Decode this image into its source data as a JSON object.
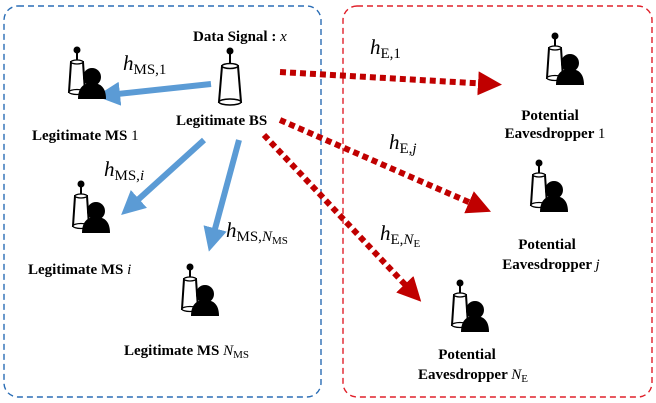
{
  "colors": {
    "legit_region": "#2a6db5",
    "eve_region": "#e0202a",
    "legit_link": "#5b9bd5",
    "eve_link": "#c00000",
    "node": "#000000"
  },
  "icons": {
    "base_station": "cup-antenna-icon",
    "user": "person-with-antenna-icon"
  },
  "signal": {
    "label": "Data Signal : ",
    "symbol": "x"
  },
  "bs": {
    "label": "Legitimate BS"
  },
  "legit": {
    "ms1": {
      "label": "Legitimate MS ",
      "idx": "1"
    },
    "msi": {
      "label": "Legitimate MS ",
      "idx": "i"
    },
    "msN": {
      "label": "Legitimate MS ",
      "idx": "N",
      "sub": "MS"
    }
  },
  "eve": {
    "e1": {
      "line1": "Potential",
      "line2": "Eavesdropper ",
      "idx": "1"
    },
    "ej": {
      "line1": "Potential",
      "line2": "Eavesdropper ",
      "idx": "j"
    },
    "eN": {
      "line1": "Potential",
      "line2": "Eavesdropper ",
      "idx": "N",
      "sub": "E"
    }
  },
  "channels": {
    "h": "h",
    "ms1": {
      "sub": "MS,1"
    },
    "msi": {
      "sub": "MS,",
      "idx": "i"
    },
    "msN": {
      "sub": "MS,",
      "idx": "N",
      "idx_sub": "MS"
    },
    "e1": {
      "sub": "E,1"
    },
    "ej": {
      "sub": "E,",
      "idx": "j"
    },
    "eN": {
      "sub": "E,",
      "idx": "N",
      "idx_sub": "E"
    }
  }
}
